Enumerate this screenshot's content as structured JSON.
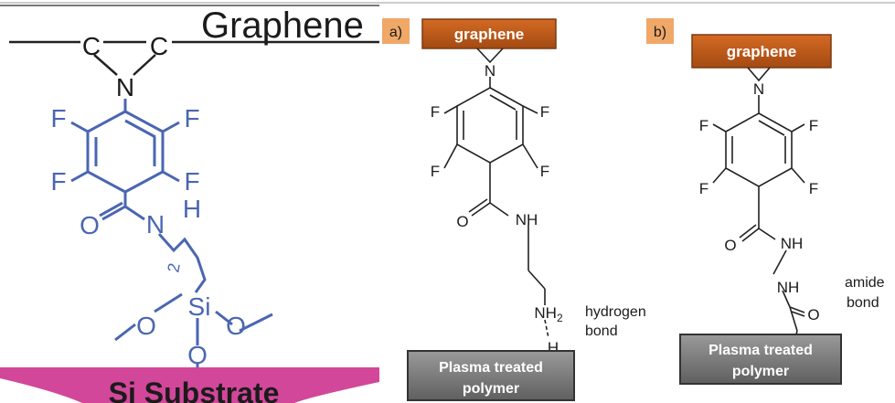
{
  "left_panel": {
    "graphene_label": "Graphene",
    "carbon_left": "C",
    "carbon_right": "C",
    "nitrogen": "N",
    "fluorine": "F",
    "amide_oxygen": "O",
    "amide_nitrogen": "N",
    "amide_hydrogen": "H",
    "chain_subscript": "2",
    "silicon": "Si",
    "oxygen": "O",
    "substrate_label": "Si Substrate"
  },
  "panel_a": {
    "tag": "a)",
    "graphene_box": "graphene",
    "nitrogen": "N",
    "fluorine": "F",
    "oxygen": "O",
    "nh": "NH",
    "nh2_base": "NH",
    "nh2_sub": "2",
    "hydrogen": "H",
    "bond_line1": "hydrogen",
    "bond_line2": "bond",
    "polymer_line1": "Plasma treated",
    "polymer_line2": "polymer"
  },
  "panel_b": {
    "tag": "b)",
    "graphene_box": "graphene",
    "nitrogen": "N",
    "fluorine": "F",
    "oxygen": "O",
    "nh_upper": "NH",
    "nh_lower": "NH",
    "oxygen_carbonyl": "O",
    "bond_line1": "amide",
    "bond_line2": "bond",
    "polymer_line1": "Plasma treated",
    "polymer_line2": "polymer"
  },
  "colors": {
    "blue": "#4a66b2",
    "graphene_box": "#c05a18",
    "tag_fill": "#f0a868",
    "substrate_fill": "#d2479a",
    "polymer_fill": "#7f7f7f"
  }
}
